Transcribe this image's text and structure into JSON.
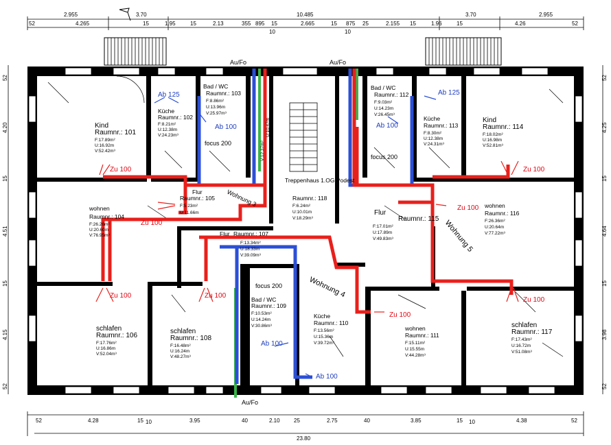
{
  "colors": {
    "supply_duct": "#e8201c",
    "extract_duct": "#2b4fd6",
    "outdoor_duct": "#3ab54a",
    "wall": "#000000",
    "background": "#ffffff"
  },
  "dimensions": {
    "top_row1": [
      "2.955",
      "3.70",
      "10.485",
      "3.70",
      "2.955"
    ],
    "top_row2_left": [
      "52",
      "4.265",
      "15",
      "1.95",
      "15",
      "2.13",
      "355",
      "895",
      "15",
      "2.665",
      "15",
      "875",
      "25",
      "2.155",
      "15",
      "1.96",
      "15",
      "4.26",
      "52"
    ],
    "top_row2_sub": [
      "10",
      "10"
    ],
    "bottom_row1": [
      "52",
      "4.28",
      "15",
      "10",
      "3.95",
      "40",
      "2.10",
      "25",
      "2.75",
      "40",
      "3.85",
      "15",
      "10",
      "4.38",
      "52"
    ],
    "bottom_total": "23.80",
    "left_side": [
      "52",
      "4.20",
      "15",
      "4.51",
      "15",
      "4.15",
      "52"
    ],
    "right_side": [
      "52",
      "4.25",
      "15",
      "4.64",
      "15",
      "3.98",
      "52"
    ]
  },
  "rooms": [
    {
      "name": "Kind",
      "number": "Raumnr.: 101",
      "f": "F:17.89m²",
      "u": "U:16.92m",
      "v": "V:52.42m³"
    },
    {
      "name": "Küche",
      "number": "Raumnr.: 102",
      "f": "F:8.21m²",
      "u": "U:12.38m",
      "v": "V:24.23m³"
    },
    {
      "name": "Bad / WC",
      "number": "Raumnr.: 103",
      "f": "F:8.86m²",
      "u": "U:13.96m",
      "v": "V:25.97m³"
    },
    {
      "name": "wohnen",
      "number": "Raumnr.: 104",
      "f": "F:26.26m²",
      "u": "U:20.60m",
      "v": "V:76.95m³"
    },
    {
      "name": "Flur",
      "number": "Raumnr.: 105",
      "f": "F:5.23m²",
      "u": "U:11.66m",
      "v": ""
    },
    {
      "name": "schlafen",
      "number": "Raumnr.: 106",
      "f": "F:17.76m²",
      "u": "U:16.86m",
      "v": "V:52.04m³"
    },
    {
      "name": "Flur",
      "number": "Raumnr.: 107",
      "f": "F:13.34m²",
      "u": "U:18.33m",
      "v": "V:39.09m³"
    },
    {
      "name": "schlafen",
      "number": "Raumnr.: 108",
      "f": "F:16.48m²",
      "u": "U:16.24m",
      "v": "V:48.27m³"
    },
    {
      "name": "Bad / WC",
      "number": "Raumnr.: 109",
      "f": "F:10.53m²",
      "u": "U:14.24m",
      "v": "V:30.86m³"
    },
    {
      "name": "Küche",
      "number": "Raumnr.: 110",
      "f": "F:13.56m²",
      "u": "U:15.36m",
      "v": "V:39.72m³"
    },
    {
      "name": "wohnen",
      "number": "Raumnr.: 111",
      "f": "F:15.11m²",
      "u": "U:15.55m",
      "v": "V:44.28m³"
    },
    {
      "name": "Bad / WC",
      "number": "Raumnr.: 112",
      "f": "F:9.03m²",
      "u": "U:14.23m",
      "v": "V:26.45m³"
    },
    {
      "name": "Küche",
      "number": "Raumnr.: 113",
      "f": "F:8.30m²",
      "u": "U:12.38m",
      "v": "V:24.31m³"
    },
    {
      "name": "Kind",
      "number": "Raumnr.: 114",
      "f": "F:18.02m²",
      "u": "U:16.98m",
      "v": "V:52.81m³"
    },
    {
      "name": "Flur",
      "number": "Raumnr.: 115",
      "f": "F:17.01m²",
      "u": "U:17.89m",
      "v": "V:49.83m³"
    },
    {
      "name": "wohnen",
      "number": "Raumnr.: 116",
      "f": "F:26.36m²",
      "u": "U:20.64m",
      "v": "V:77.22m³"
    },
    {
      "name": "schlafen",
      "number": "Raumnr.: 117",
      "f": "F:17.43m²",
      "u": "U:16.72m",
      "v": "V:51.08m³"
    },
    {
      "name": "Treppenhaus 1.OG Podest",
      "number": "Raumnr.: 118",
      "f": "F:6.24m²",
      "u": "U:10.01m",
      "v": "V:18.29m³"
    }
  ],
  "labels": {
    "ab125": "Ab 125",
    "ab100": "Ab 100",
    "zu100": "Zu 100",
    "aufo": "Au/Fo",
    "focus200": "focus 200",
    "wohnung3": "Wohnung 3",
    "wohnung4": "Wohnung 4",
    "wohnung5": "Wohnung 5",
    "stair_small_1": "V:12.37m³",
    "stair_small_2": "U:10.47m"
  }
}
